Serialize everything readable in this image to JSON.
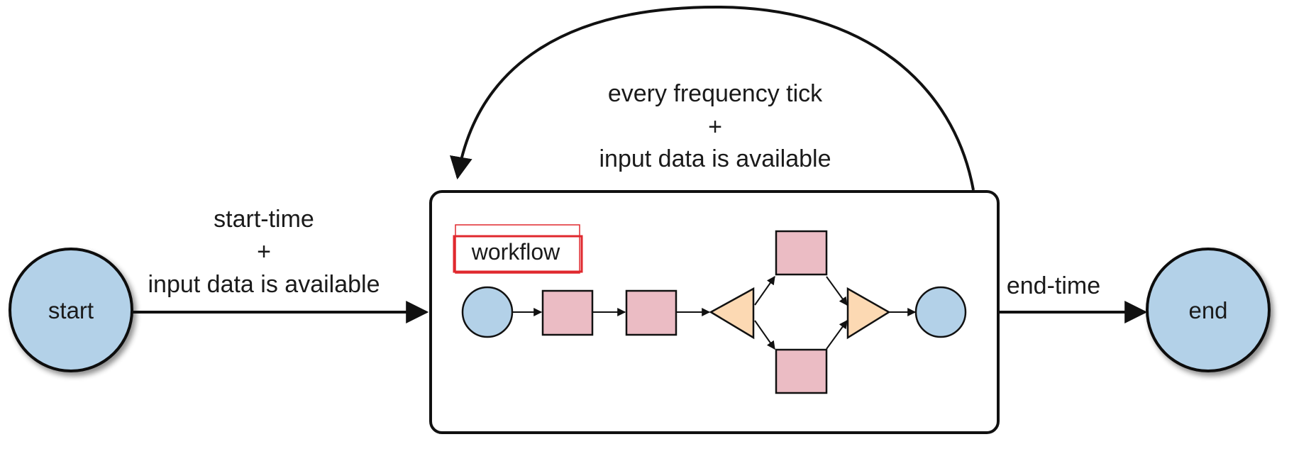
{
  "nodes": {
    "start_label": "start",
    "end_label": "end",
    "workflow_label": "workflow"
  },
  "edges": {
    "start_line1": "start-time",
    "start_line2": "+",
    "start_line3": "input data is available",
    "loop_line1": "every frequency tick",
    "loop_line2": "+",
    "loop_line3": "input data is available",
    "end_label": "end-time"
  },
  "colors": {
    "terminal_fill": "#b3d1e8",
    "task_fill": "#ebbcc4",
    "decision_fill": "#fcd9b3",
    "highlight_box": "#e0282e"
  }
}
